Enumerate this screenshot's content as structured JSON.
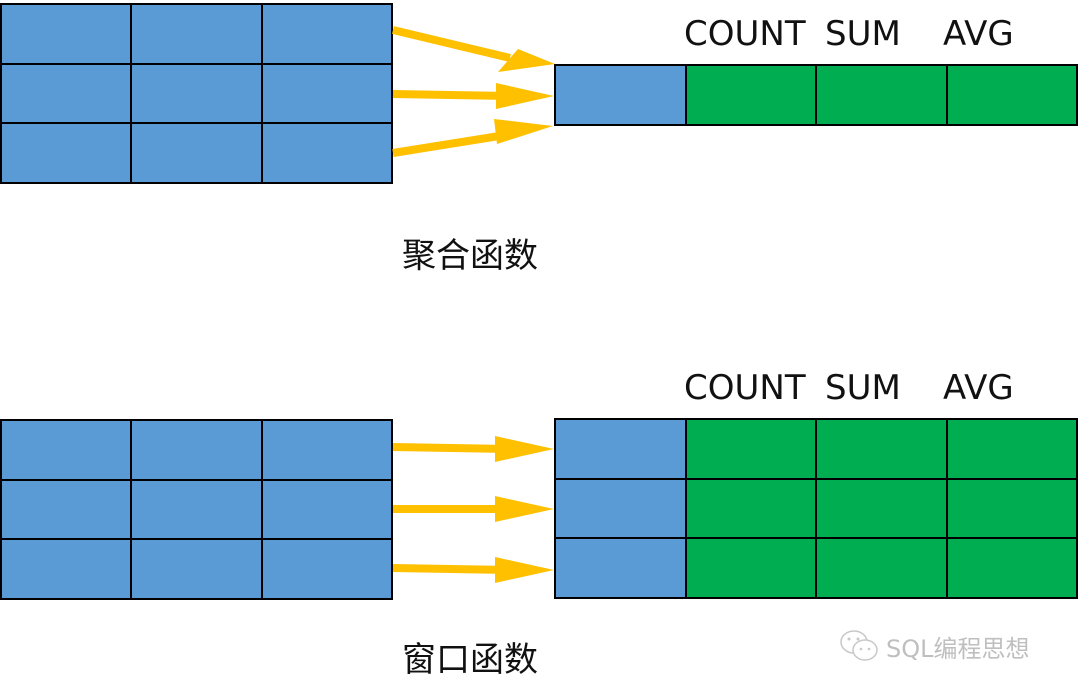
{
  "colors": {
    "source_cell": "#5b9bd5",
    "result_cell": "#00ad50",
    "arrow": "#ffc000",
    "grid_line": "#000000"
  },
  "aggregate": {
    "caption": "聚合函数",
    "source_rows": 3,
    "source_cols": 3,
    "result_rows": 1,
    "headers": [
      "COUNT",
      "SUM",
      "AVG"
    ]
  },
  "window": {
    "caption": "窗口函数",
    "source_rows": 3,
    "source_cols": 3,
    "result_rows": 3,
    "headers": [
      "COUNT",
      "SUM",
      "AVG"
    ]
  },
  "watermark": {
    "icon": "wechat-icon",
    "text": "SQL编程思想"
  }
}
